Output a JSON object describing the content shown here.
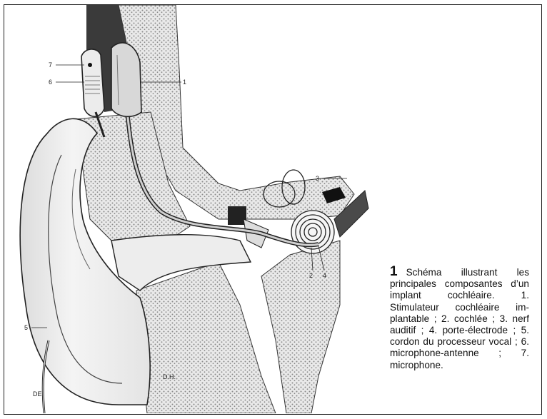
{
  "figure": {
    "number": "1",
    "caption": "Schéma illustrant les principales composantes d’un implant cochléaire. 1. Stimulateur cochléaire im-plantable ; 2. cochlée ; 3. nerf auditif ; 4. porte-électrode ; 5. cordon du processeur vocal ; 6. microphone-antenne ; 7. microphone.",
    "labels": [
      "7",
      "6",
      "1",
      "3",
      "2",
      "4",
      "5"
    ],
    "signature": "D.H.",
    "logo_text": "DE"
  },
  "colors": {
    "line": "#222222",
    "stipple": "#9a9a9a",
    "bone": "#cfcfcf",
    "skin": "#f2f2f2"
  }
}
